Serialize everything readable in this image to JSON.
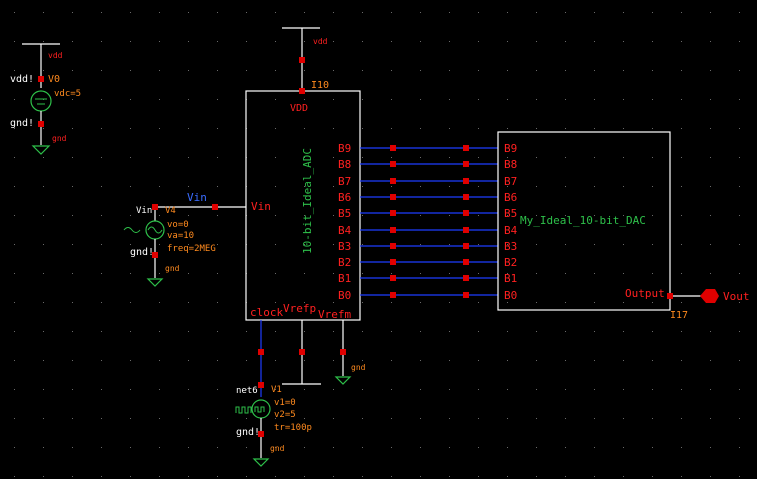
{
  "colors": {
    "background": "#000000",
    "wire": "#1e3cff",
    "pin": "#e00000",
    "symbol": "#ffffff",
    "label_red": "#ff2020",
    "label_green": "#2ec04a",
    "label_orange": "#ff8a1e",
    "label_blue": "#3a6cff",
    "grid_dot": "#6a6a6a"
  },
  "adc": {
    "instance": "I10",
    "cell": "10-bit_Ideal_ADC",
    "vdd_pin": "VDD",
    "vin_pin": "Vin",
    "bottom_pins": [
      "clock",
      "Vrefp",
      "Vrefm"
    ],
    "out_pins": [
      "B9",
      "B8",
      "B7",
      "B6",
      "B5",
      "B4",
      "B3",
      "B2",
      "B1",
      "B0"
    ],
    "vdd_net": "vdd"
  },
  "dac": {
    "instance": "I17",
    "cell": "My_Ideal_10-bit_DAC",
    "in_pins": [
      "B9",
      "B8",
      "B7",
      "B6",
      "B5",
      "B4",
      "B3",
      "B2",
      "B1",
      "B0"
    ],
    "out_pin": "Output",
    "out_label": "Vout"
  },
  "vdd_source": {
    "inst": "V0",
    "top_net": "vdd!",
    "top_label": "vdd",
    "param": "vdc=5",
    "bot_net": "gnd!",
    "bot_label": "gnd"
  },
  "vin_source": {
    "inst": "V4",
    "net": "Vin",
    "wire_label": "Vin",
    "params": [
      "vo=0",
      "va=10",
      "freq=2MEG"
    ],
    "bot_net": "gnd!",
    "bot_label": "gnd"
  },
  "clock_source": {
    "inst": "V1",
    "net": "net6",
    "params": [
      "v1=0",
      "v2=5",
      "tr=100p"
    ],
    "bot_net": "gnd!",
    "bot_label": "gnd"
  },
  "vrefm_ground_label": "gnd"
}
